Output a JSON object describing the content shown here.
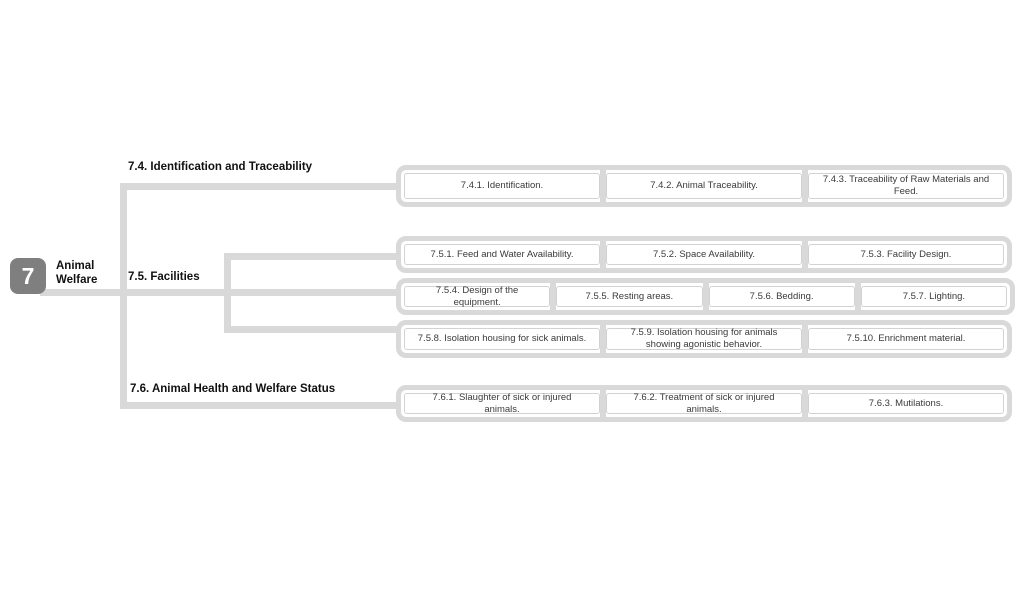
{
  "node": {
    "number": "7",
    "label_line1": "Animal",
    "label_line2": "Welfare"
  },
  "labels": {
    "b74": "7.4. Identification and Traceability",
    "b75": "7.5. Facilities",
    "b76": "7.6. Animal Health and Welfare Status"
  },
  "rows": {
    "r74": {
      "cells": [
        "7.4.1. Identification.",
        "7.4.2. Animal Traceability.",
        "7.4.3. Traceability of Raw Materials and Feed."
      ]
    },
    "r75a": {
      "cells": [
        "7.5.1. Feed and Water Availability.",
        "7.5.2. Space Availability.",
        "7.5.3. Facility Design."
      ]
    },
    "r75b": {
      "cells": [
        "7.5.4. Design of the equipment.",
        "7.5.5. Resting areas.",
        "7.5.6. Bedding.",
        "7.5.7. Lighting."
      ]
    },
    "r75c": {
      "cells": [
        "7.5.8. Isolation housing for sick animals.",
        "7.5.9. Isolation housing for animals showing agonistic behavior.",
        "7.5.10. Enrichment material."
      ]
    },
    "r76": {
      "cells": [
        "7.6.1. Slaughter of sick or injured animals.",
        "7.6.2. Treatment of sick or injured animals.",
        "7.6.3. Mutilations."
      ]
    }
  },
  "colors": {
    "line": "#d9d9d9",
    "node_bg": "#7f7f7f",
    "box_border": "#d2d2d2",
    "text": "#3a3a3a"
  }
}
